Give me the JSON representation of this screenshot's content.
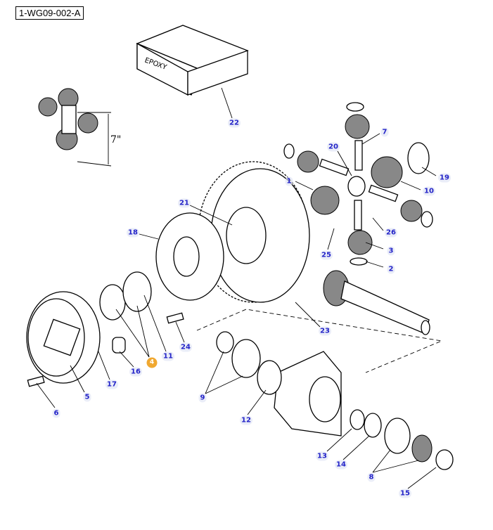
{
  "diagram_code": "1-WG09-002-A",
  "box_text": "EPOXY",
  "dimension_text": "7\"",
  "highlight_color": "#f0a830",
  "label_color": "#2323c8",
  "highlighted_callout": "4",
  "callouts": [
    "22",
    "7",
    "20",
    "19",
    "10",
    "1",
    "21",
    "26",
    "18",
    "3",
    "25",
    "2",
    "23",
    "24",
    "11",
    "16",
    "17",
    "5",
    "9",
    "12",
    "6",
    "13",
    "14",
    "8",
    "15"
  ]
}
